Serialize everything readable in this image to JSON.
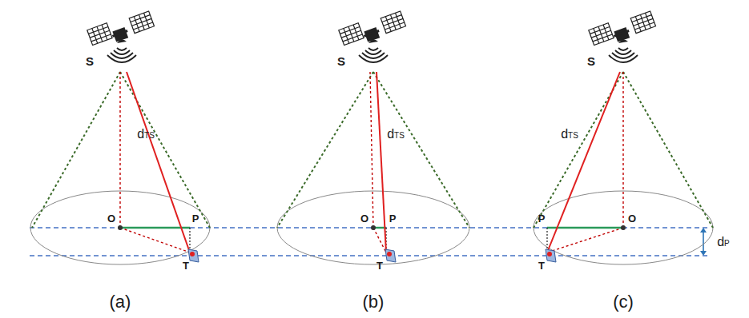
{
  "diagram": {
    "labels": [
      "S",
      "dTS",
      "O",
      "P",
      "T",
      "(a)",
      "S",
      "dTS",
      "O",
      "P",
      "T",
      "(b)",
      "S",
      "dTS",
      "O",
      "P",
      "T",
      "(c)",
      "dP"
    ]
  }
}
